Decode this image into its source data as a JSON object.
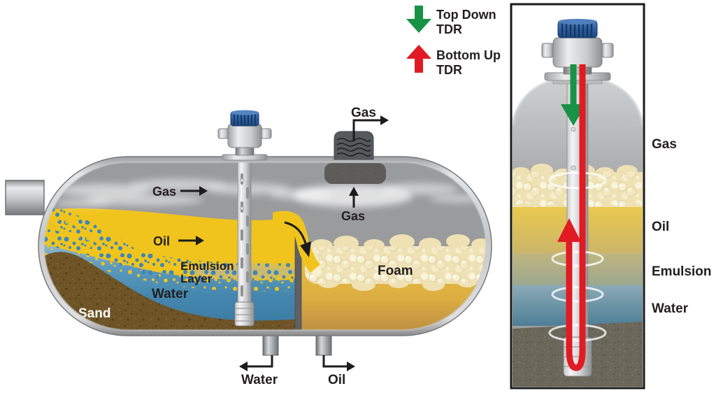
{
  "legend": {
    "top_down": {
      "line1": "Top Down",
      "line2": "TDR"
    },
    "bottom_up": {
      "line1": "Bottom Up",
      "line2": "TDR"
    }
  },
  "left_tank": {
    "gas_label": "Gas",
    "gas_outlet_label": "Gas",
    "gas_demister_label": "Gas",
    "oil_label": "Oil",
    "emulsion_line1": "Emulsion",
    "emulsion_line2": "Layer",
    "water_label": "Water",
    "sand_label": "Sand",
    "foam_label": "Foam",
    "water_outlet_label": "Water",
    "oil_outlet_label": "Oil"
  },
  "right_panel": {
    "gas_label": "Gas",
    "oil_label": "Oil",
    "emulsion_label": "Emulsion",
    "water_label": "Water"
  },
  "colors": {
    "top_down_green": "#189245",
    "bottom_up_red": "#E11B23",
    "oil_yellow": "#F1C41D",
    "water_blue": "#4487AE",
    "gas_gray": "#9A9B9D",
    "sand_brown": "#6E5426",
    "foam_cream": "#EEE2B4",
    "label_text": "#231F20"
  }
}
